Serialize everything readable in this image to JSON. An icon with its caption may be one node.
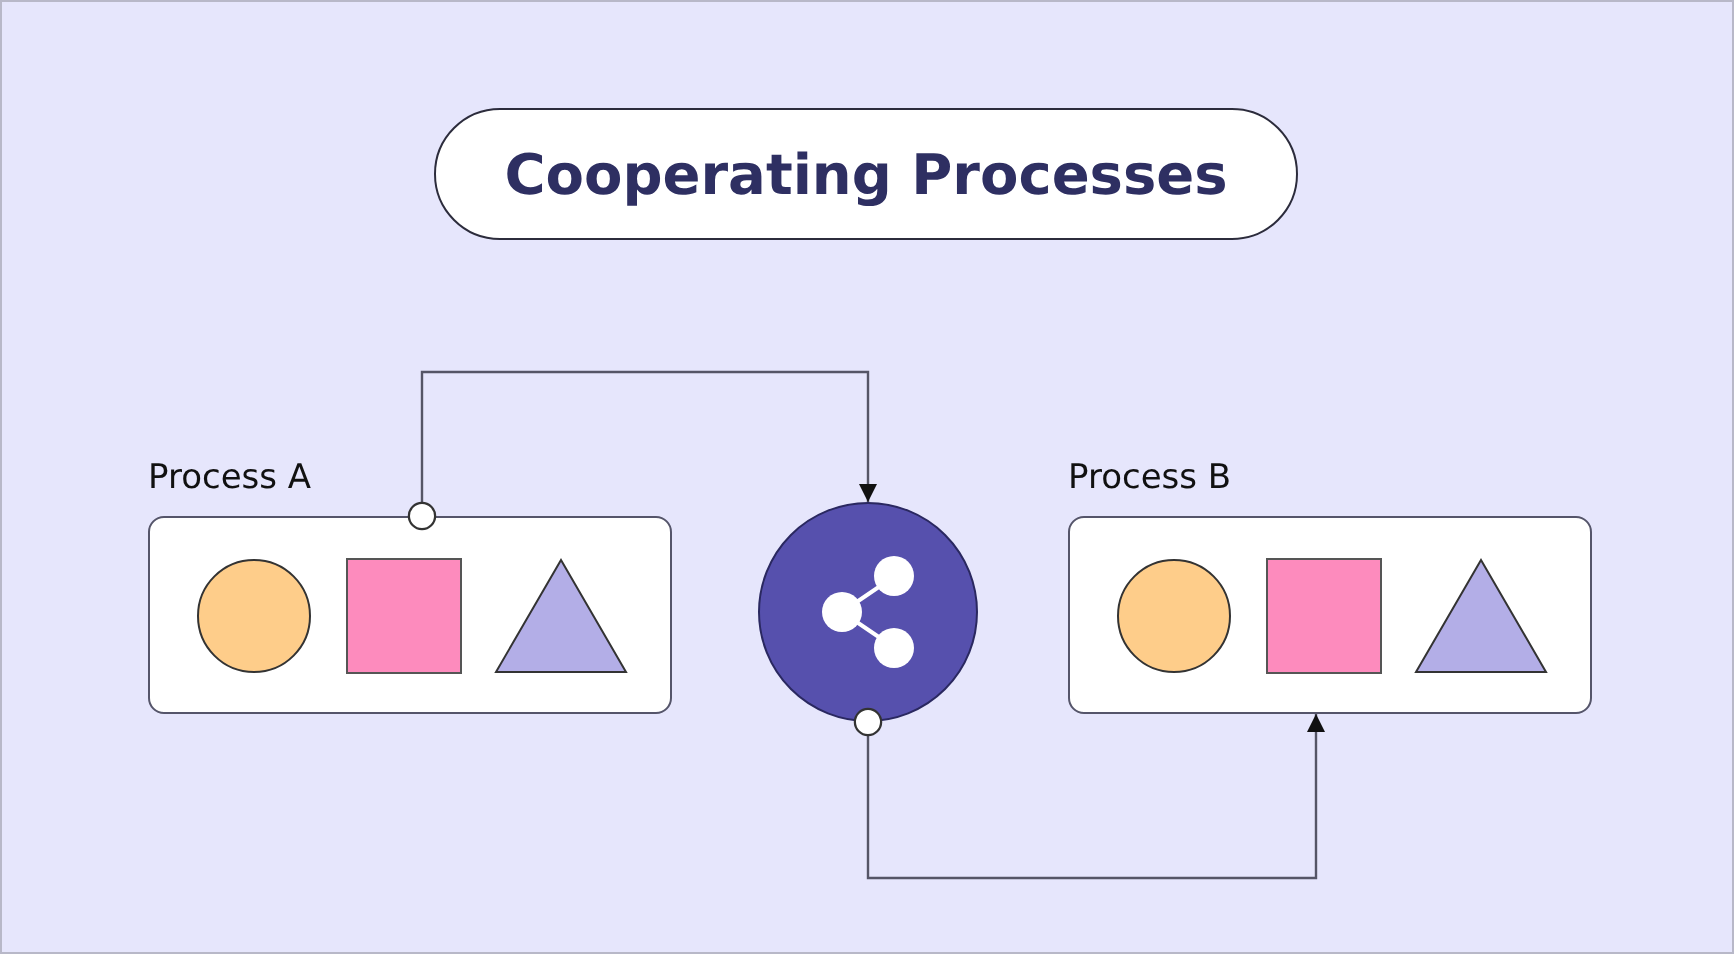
{
  "diagram": {
    "title": "Cooperating Processes",
    "nodes": [
      {
        "text": [
          "Process A"
        ]
      },
      {
        "text": [],
        "shape": "circle",
        "in": 0
      },
      {
        "text": [],
        "shape": "box",
        "in": 0
      },
      {
        "text": [],
        "shape": "triangle",
        "in": 0
      },
      {
        "text": [],
        "shape": "circle"
      },
      {
        "text": [
          "Process B"
        ]
      },
      {
        "text": [],
        "shape": "circle",
        "in": 5
      },
      {
        "text": [],
        "shape": "box",
        "in": 5
      },
      {
        "text": [],
        "shape": "triangle",
        "in": 5
      }
    ],
    "edges": [
      {
        "from": 0,
        "to": 4,
        "arrow": "to"
      },
      {
        "from": 4,
        "to": 5,
        "arrow": "to"
      }
    ]
  }
}
